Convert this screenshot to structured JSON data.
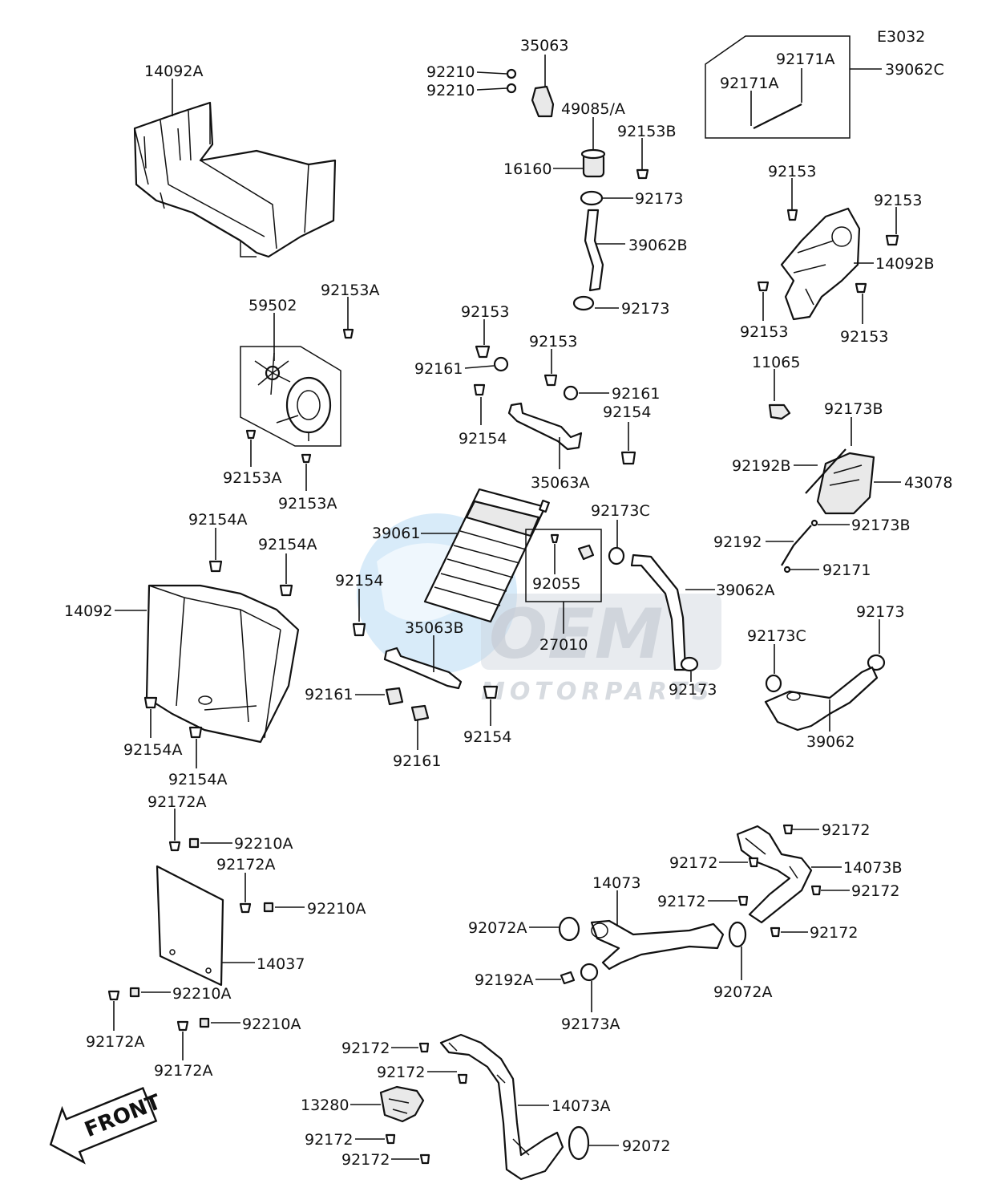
{
  "diagram_code": "E3032",
  "front_label": "FRONT",
  "watermark": {
    "brand": "OEM",
    "sub": "MOTORPARTS"
  },
  "callouts": {
    "p14092A": "14092A",
    "p35063": "35063",
    "p92210a": "92210",
    "p92210b": "92210",
    "p49085": "49085/A",
    "p16160": "16160",
    "p92153B": "92153B",
    "p92173a": "92173",
    "p39062B": "39062B",
    "p92173b": "92173",
    "p92171A_r": "92171A",
    "p92171A_l": "92171A",
    "p39062C": "39062C",
    "p92153_tr1": "92153",
    "p92153_tr2": "92153",
    "p14092B": "14092B",
    "p92153_tr3": "92153",
    "p92153_tr4": "92153",
    "p11065": "11065",
    "p92173B_top": "92173B",
    "p92192B": "92192B",
    "p43078": "43078",
    "p92192": "92192",
    "p92173B_bot": "92173B",
    "p92171": "92171",
    "p59502": "59502",
    "p92153A_top": "92153A",
    "p92153A_l": "92153A",
    "p92153A_r": "92153A",
    "p92153_c1": "92153",
    "p92161_c1": "92161",
    "p92153_c2": "92153",
    "p92161_c2": "92161",
    "p92154_c1": "92154",
    "p92154_c2": "92154",
    "p35063A": "35063A",
    "p39061": "39061",
    "p92055": "92055",
    "p27010": "27010",
    "p92173C_c": "92173C",
    "p39062A": "39062A",
    "p92173_c": "92173",
    "p92154A_1": "92154A",
    "p92154A_2": "92154A",
    "p14092": "14092",
    "p92154A_3": "92154A",
    "p92154A_4": "92154A",
    "p92154_l": "92154",
    "p35063B": "35063B",
    "p92161_l1": "92161",
    "p92161_l2": "92161",
    "p92154_b": "92154",
    "p92173C_r": "92173C",
    "p92173_r": "92173",
    "p39062": "39062",
    "p92172A_1": "92172A",
    "p92210A_1": "92210A",
    "p92172A_2": "92172A",
    "p92210A_2": "92210A",
    "p14037": "14037",
    "p92210A_3": "92210A",
    "p92172A_3": "92172A",
    "p92210A_4": "92210A",
    "p92172A_4": "92172A",
    "p92172_r1": "92172",
    "p92172_r2": "92172",
    "p14073B": "14073B",
    "p92172_r3": "92172",
    "p92172_r4": "92172",
    "p92172_r5": "92172",
    "p14073": "14073",
    "p92072A_l": "92072A",
    "p92072A_r": "92072A",
    "p92192A": "92192A",
    "p92173A": "92173A",
    "p92172_b1": "92172",
    "p92172_b2": "92172",
    "p13280": "13280",
    "p14073A": "14073A",
    "p92172_b3": "92172",
    "p92172_b4": "92172",
    "p92072": "92072"
  }
}
